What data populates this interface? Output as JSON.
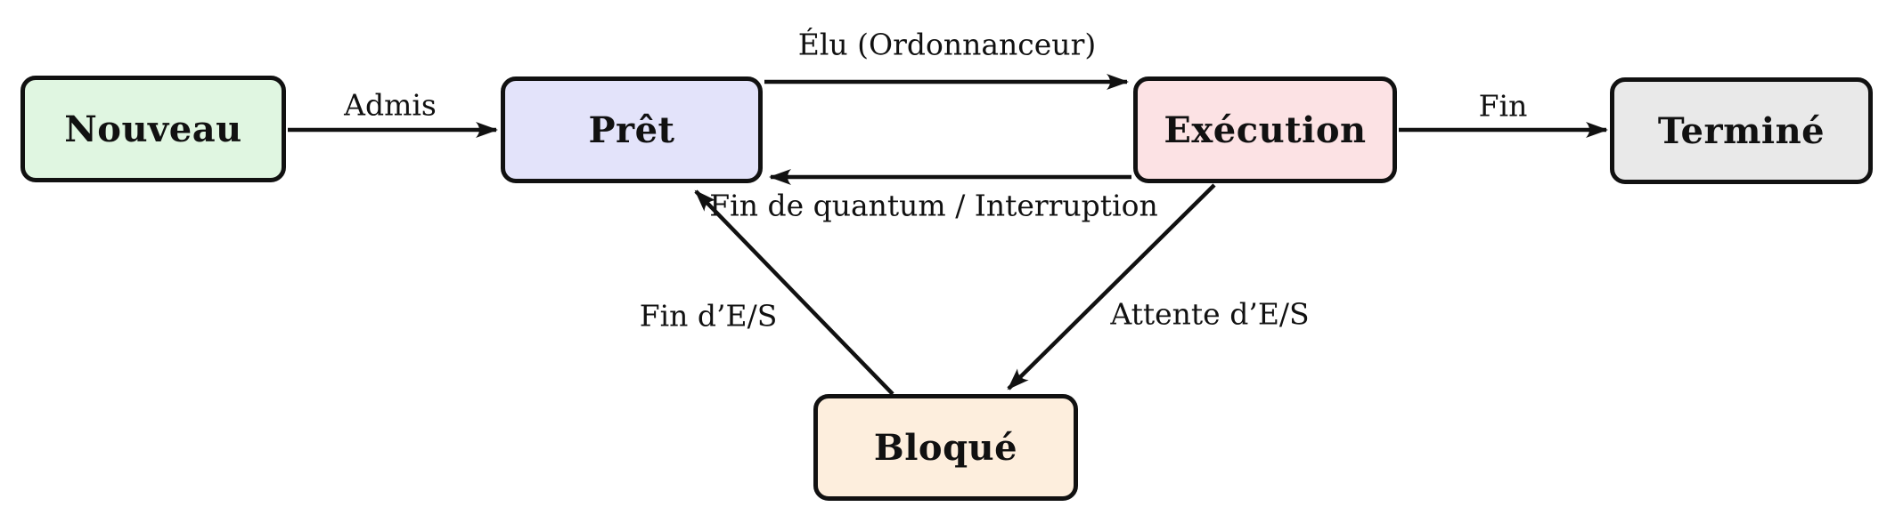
{
  "diagram": {
    "type": "state-diagram",
    "subject": "process-lifecycle",
    "language": "fr",
    "colors": {
      "stroke": "#111111",
      "background": "#ffffff",
      "nouveau_fill": "#e0f6e1",
      "pret_fill": "#e3e3fa",
      "execution_fill": "#fce2e4",
      "termine_fill": "#e9e9e9",
      "bloque_fill": "#fdeedd"
    },
    "states": [
      {
        "id": "nouveau",
        "label": "Nouveau",
        "fill": "#e0f6e1"
      },
      {
        "id": "pret",
        "label": "Prêt",
        "fill": "#e3e3fa"
      },
      {
        "id": "execution",
        "label": "Exécution",
        "fill": "#fce2e4"
      },
      {
        "id": "termine",
        "label": "Terminé",
        "fill": "#e9e9e9"
      },
      {
        "id": "bloque",
        "label": "Bloqué",
        "fill": "#fdeedd"
      }
    ],
    "transitions": [
      {
        "from": "Nouveau",
        "to": "Prêt",
        "label": "Admis"
      },
      {
        "from": "Prêt",
        "to": "Exécution",
        "label": "Élu (Ordonnanceur)"
      },
      {
        "from": "Exécution",
        "to": "Prêt",
        "label": "Fin de quantum / Interruption"
      },
      {
        "from": "Exécution",
        "to": "Terminé",
        "label": "Fin"
      },
      {
        "from": "Bloqué",
        "to": "Prêt",
        "label": "Fin d’E/S"
      },
      {
        "from": "Exécution",
        "to": "Bloqué",
        "label": "Attente d’E/S"
      }
    ]
  }
}
